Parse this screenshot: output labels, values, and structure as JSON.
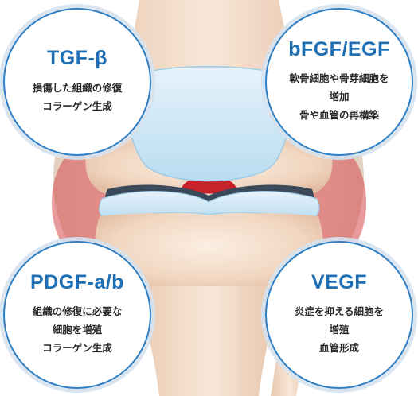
{
  "factors": [
    {
      "id": "tgf",
      "title": "TGF-β",
      "lines": [
        "損傷した組織の修復",
        "コラーゲン生成"
      ]
    },
    {
      "id": "bfgf",
      "title": "bFGF/EGF",
      "lines": [
        "軟骨細胞や骨芽細胞を",
        "増加",
        "骨や血管の再構築"
      ]
    },
    {
      "id": "pdgf",
      "title": "PDGF-a/b",
      "lines": [
        "組織の修復に必要な",
        "細胞を増殖",
        "コラーゲン生成"
      ]
    },
    {
      "id": "vegf",
      "title": "VEGF",
      "lines": [
        "炎症を抑える細胞を",
        "増殖",
        "血管形成"
      ]
    }
  ],
  "colors": {
    "accent_blue": "#1f6fb5",
    "circle_border": "#2f7fc4",
    "bone": "#f3dcc8",
    "cartilage": "#cfe6f4",
    "synovium_red": "#c8232c"
  }
}
